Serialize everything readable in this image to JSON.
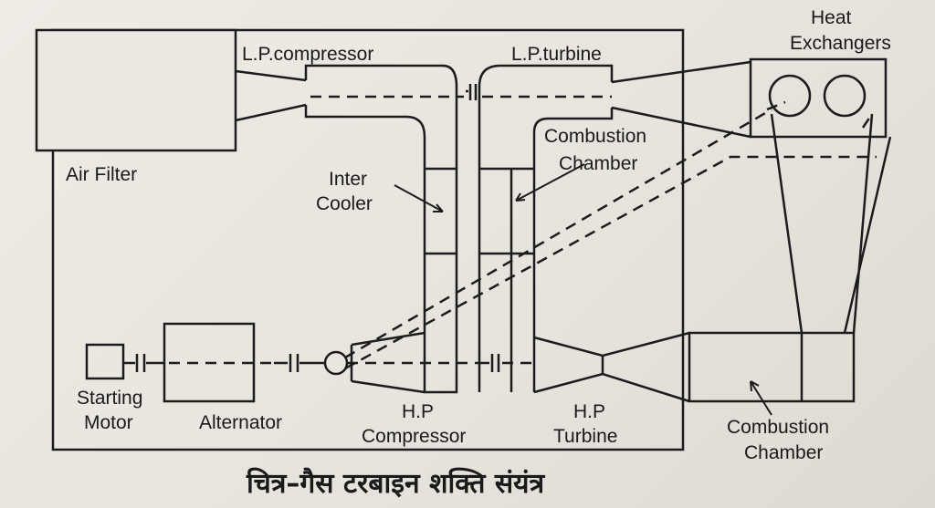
{
  "labels": {
    "heat_exchangers_1": "Heat",
    "heat_exchangers_2": "Exchangers",
    "lp_compressor": "L.P.compressor",
    "lp_turbine": "L.P.turbine",
    "air_filter": "Air Filter",
    "combustion_upper_1": "Combustion",
    "combustion_upper_2": "Chamber",
    "inter_cooler_1": "Inter",
    "inter_cooler_2": "Cooler",
    "starting_motor_1": "Starting",
    "starting_motor_2": "Motor",
    "alternator": "Alternator",
    "hp_compressor_1": "H.P",
    "hp_compressor_2": "Compressor",
    "hp_turbine_1": "H.P",
    "hp_turbine_2": "Turbine",
    "combustion_lower_1": "Combustion",
    "combustion_lower_2": "Chamber"
  },
  "caption": "चित्र–गैस टरबाइन शक्ति संयंत्र"
}
